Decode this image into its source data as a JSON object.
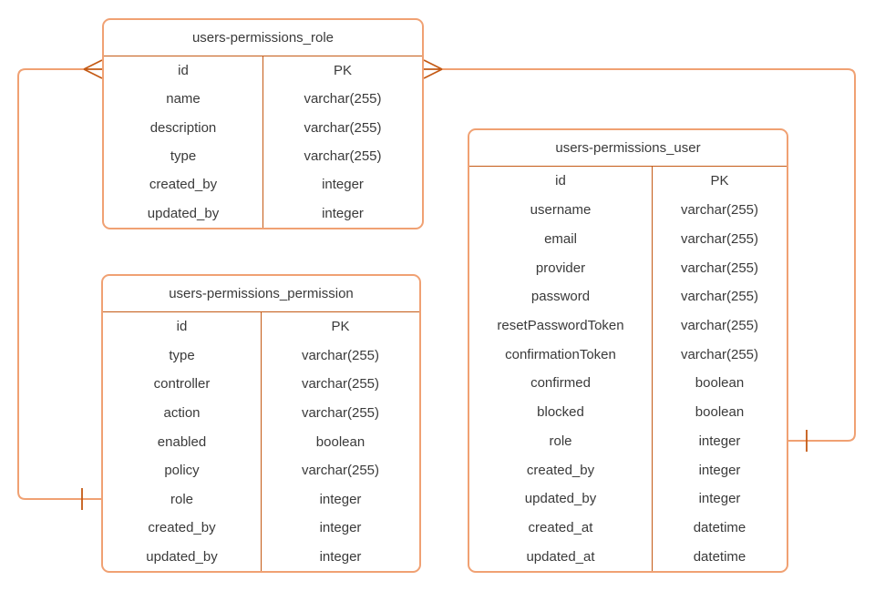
{
  "diagram": {
    "kind": "entity-relationship",
    "colors": {
      "line_light": "#F0A173",
      "line_dark": "#C45A15",
      "text": "#3a3a3a",
      "background": "#ffffff"
    },
    "tables": [
      {
        "title": "users-permissions_role",
        "fields": [
          {
            "name": "id",
            "type": "PK"
          },
          {
            "name": "name",
            "type": "varchar(255)"
          },
          {
            "name": "description",
            "type": "varchar(255)"
          },
          {
            "name": "type",
            "type": "varchar(255)"
          },
          {
            "name": "created_by",
            "type": "integer"
          },
          {
            "name": "updated_by",
            "type": "integer"
          }
        ]
      },
      {
        "title": "users-permissions_permission",
        "fields": [
          {
            "name": "id",
            "type": "PK"
          },
          {
            "name": "type",
            "type": "varchar(255)"
          },
          {
            "name": "controller",
            "type": "varchar(255)"
          },
          {
            "name": "action",
            "type": "varchar(255)"
          },
          {
            "name": "enabled",
            "type": "boolean"
          },
          {
            "name": "policy",
            "type": "varchar(255)"
          },
          {
            "name": "role",
            "type": "integer"
          },
          {
            "name": "created_by",
            "type": "integer"
          },
          {
            "name": "updated_by",
            "type": "integer"
          }
        ]
      },
      {
        "title": "users-permissions_user",
        "fields": [
          {
            "name": "id",
            "type": "PK"
          },
          {
            "name": "username",
            "type": "varchar(255)"
          },
          {
            "name": "email",
            "type": "varchar(255)"
          },
          {
            "name": "provider",
            "type": "varchar(255)"
          },
          {
            "name": "password",
            "type": "varchar(255)"
          },
          {
            "name": "resetPasswordToken",
            "type": "varchar(255)"
          },
          {
            "name": "confirmationToken",
            "type": "varchar(255)"
          },
          {
            "name": "confirmed",
            "type": "boolean"
          },
          {
            "name": "blocked",
            "type": "boolean"
          },
          {
            "name": "role",
            "type": "integer"
          },
          {
            "name": "created_by",
            "type": "integer"
          },
          {
            "name": "updated_by",
            "type": "integer"
          },
          {
            "name": "created_at",
            "type": "datetime"
          },
          {
            "name": "updated_at",
            "type": "datetime"
          }
        ]
      }
    ],
    "relationships": [
      {
        "from_table": "users-permissions_role",
        "from_field": "id",
        "from_cardinality": "many",
        "to_table": "users-permissions_permission",
        "to_field": "role",
        "to_cardinality": "one"
      },
      {
        "from_table": "users-permissions_role",
        "from_field": "id",
        "from_cardinality": "many",
        "to_table": "users-permissions_user",
        "to_field": "role",
        "to_cardinality": "one"
      }
    ]
  }
}
